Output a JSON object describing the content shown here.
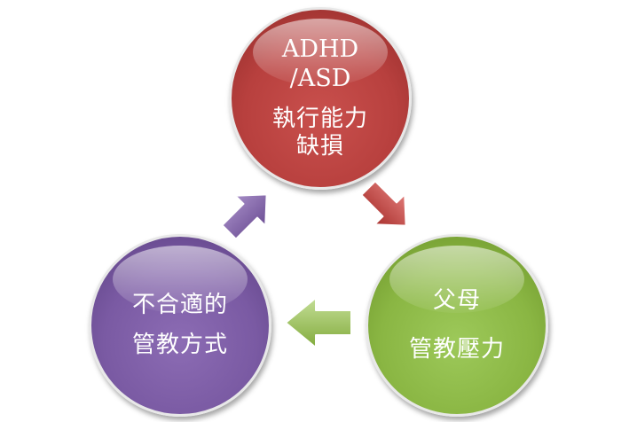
{
  "nodes": {
    "top": {
      "lines": [
        "ADHD",
        "/ASD",
        "執行能力",
        "缺損"
      ],
      "color": "#c0504d"
    },
    "right": {
      "lines": [
        "父母",
        "管教壓力"
      ],
      "color": "#9bbb59"
    },
    "left": {
      "lines": [
        "不合適的",
        "管教方式"
      ],
      "color": "#8064a2"
    }
  },
  "arrows": [
    {
      "from": "top",
      "to": "right",
      "color": "#c0504d"
    },
    {
      "from": "right",
      "to": "left",
      "color": "#9bbb59"
    },
    {
      "from": "left",
      "to": "top",
      "color": "#8064a2"
    }
  ]
}
